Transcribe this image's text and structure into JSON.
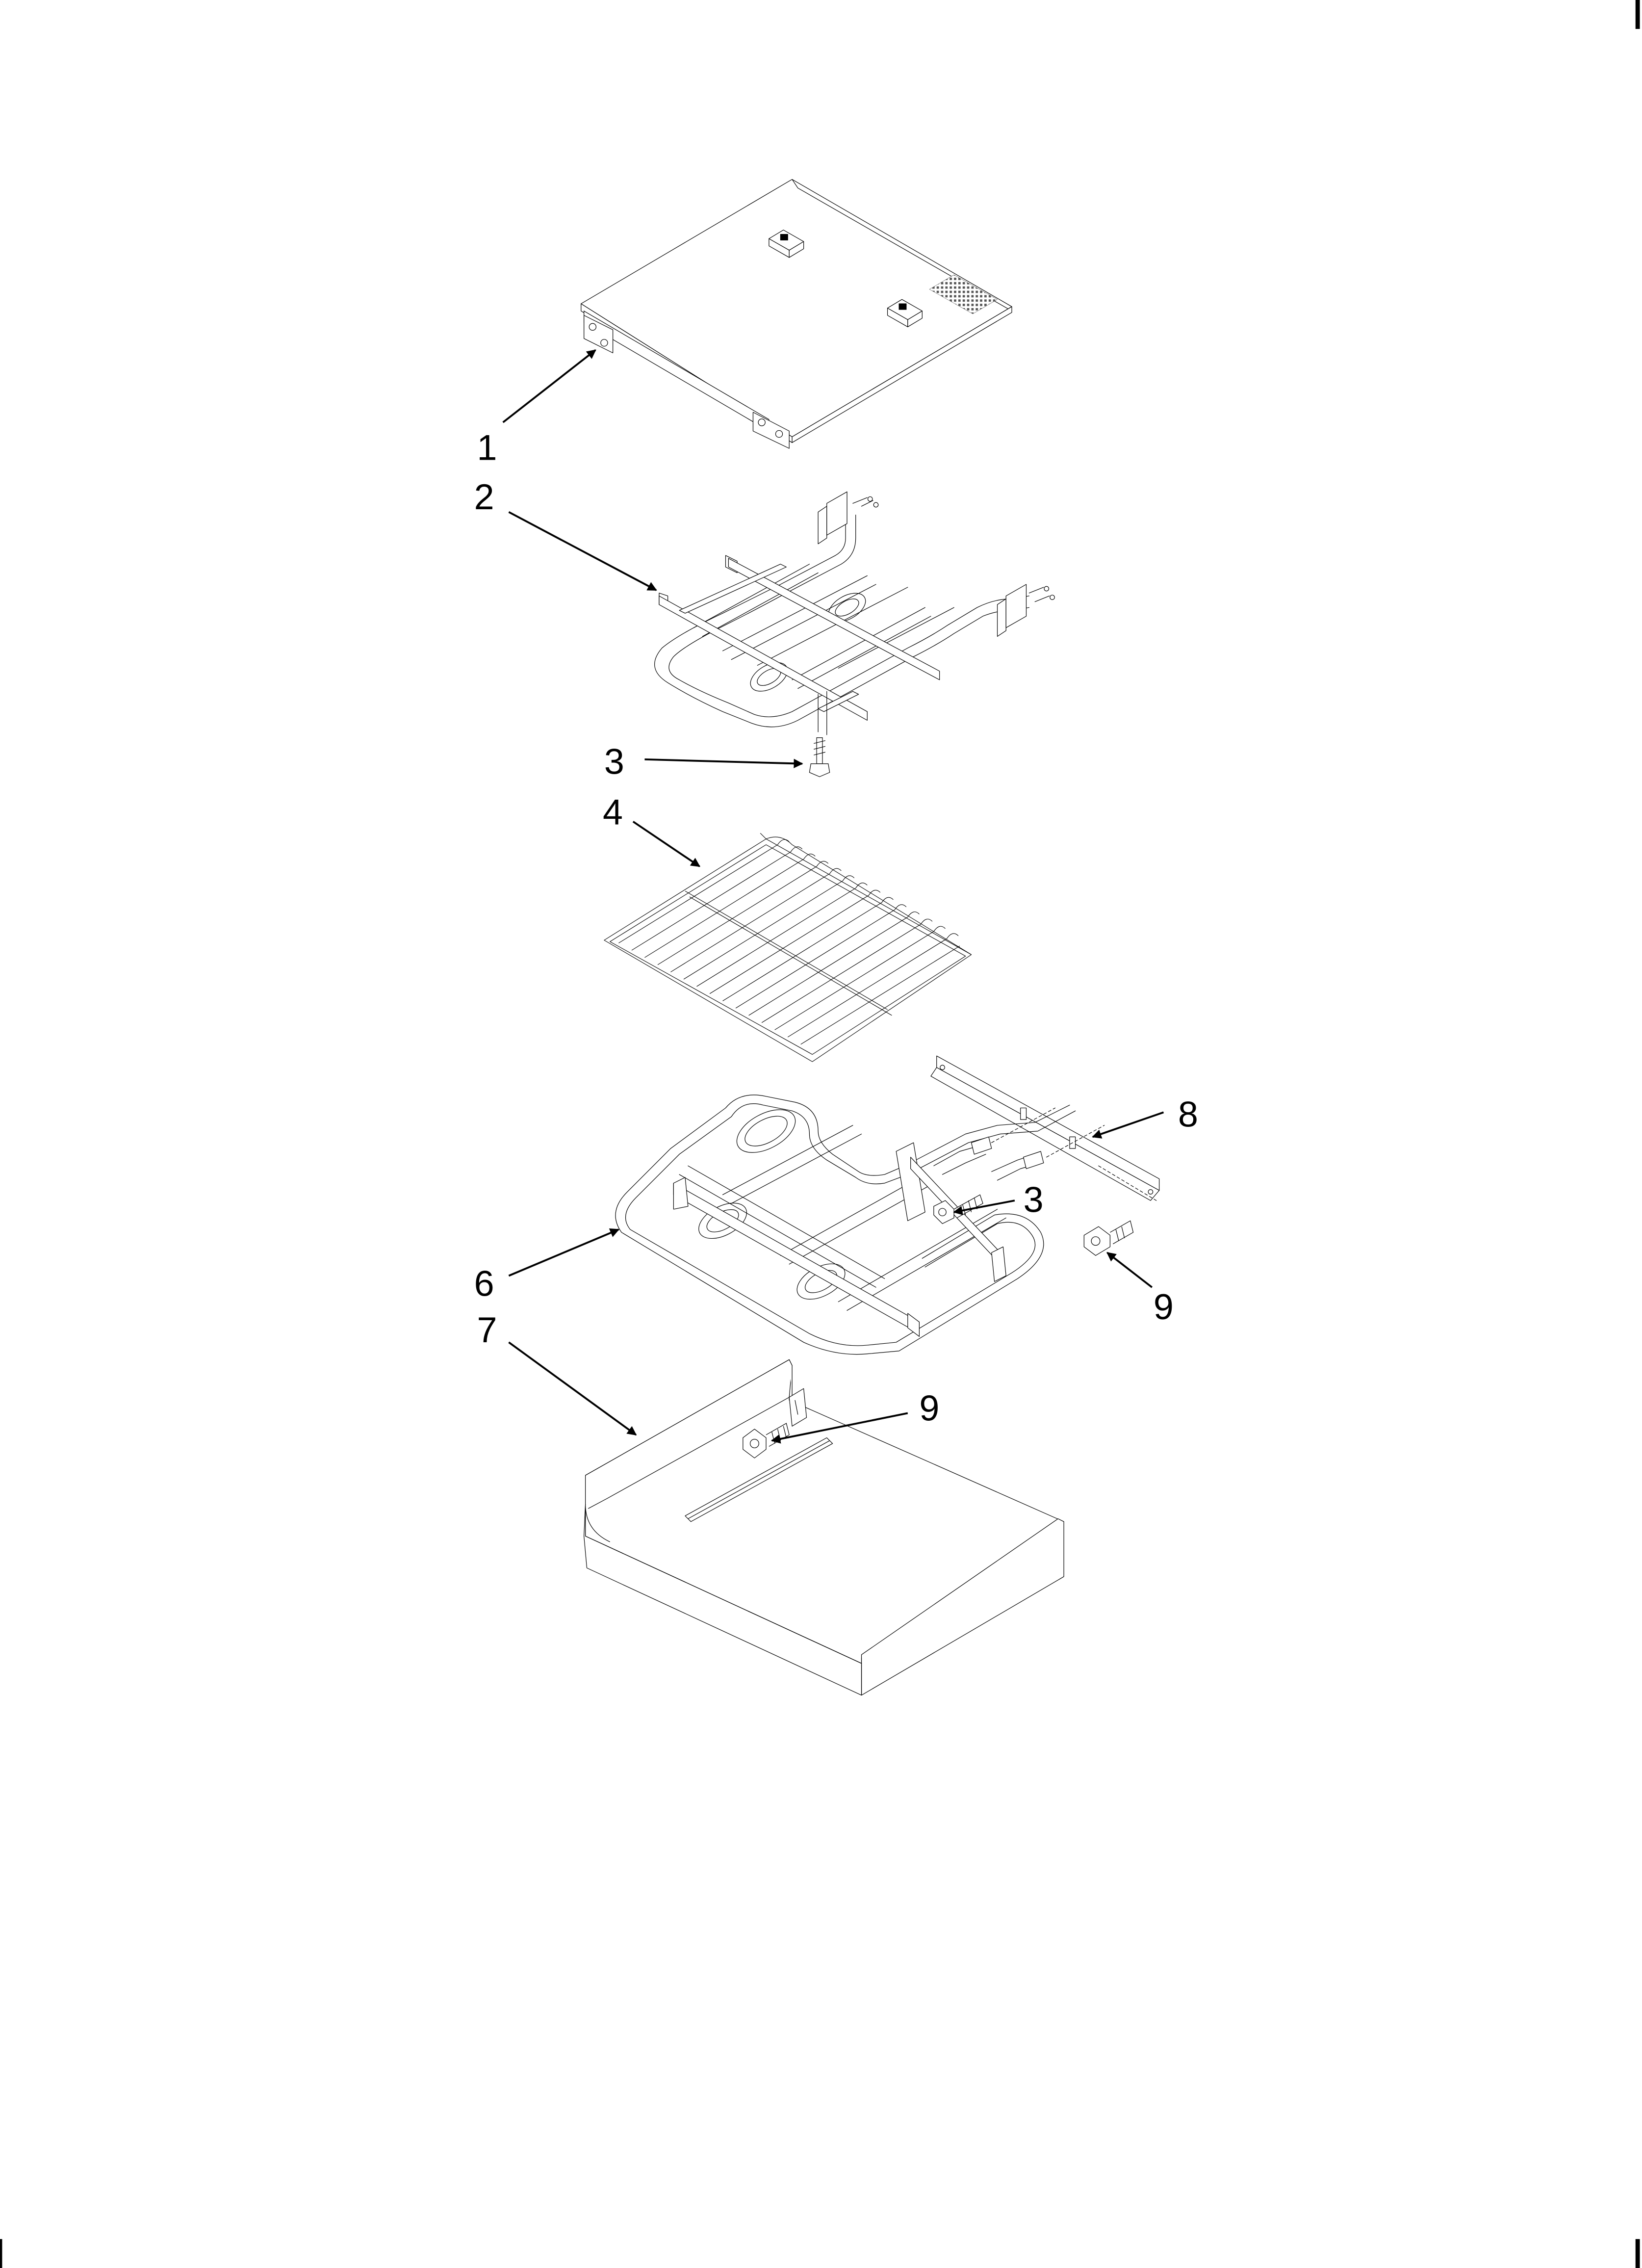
{
  "colors": {
    "ink": "#000000",
    "paper": "#ffffff",
    "screen": "#555555"
  },
  "callouts": {
    "c1": "1",
    "c2": "2",
    "c3a": "3",
    "c4": "4",
    "c8": "8",
    "c3b": "3",
    "c6": "6",
    "c9a": "9",
    "c7": "7",
    "c9b": "9"
  }
}
